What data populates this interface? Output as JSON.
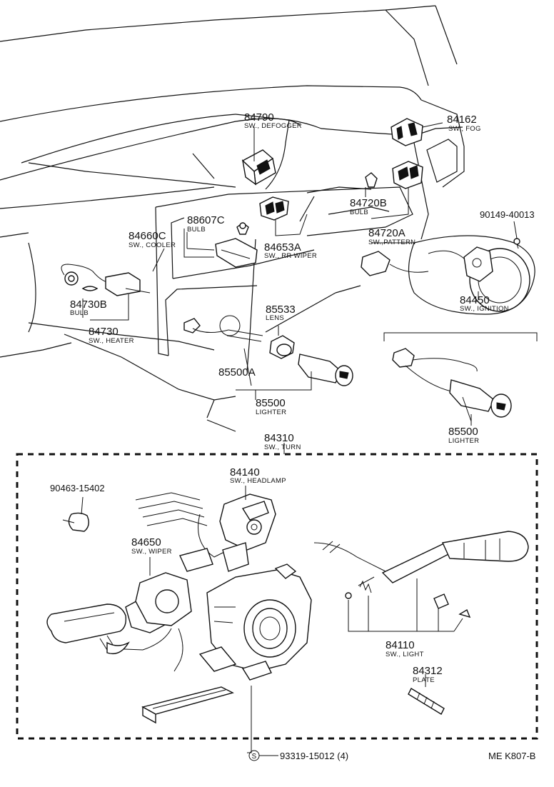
{
  "parts": {
    "p84790": {
      "num": "84790",
      "desc": "SW., DEFOGGER"
    },
    "p84162": {
      "num": "84162",
      "desc": "SW., FOG"
    },
    "p84720B": {
      "num": "84720B",
      "desc": "BULB"
    },
    "p88607C": {
      "num": "88607C",
      "desc": "BULB"
    },
    "p84660C": {
      "num": "84660C",
      "desc": "SW., COOLER"
    },
    "p84653A": {
      "num": "84653A",
      "desc": "SW., RR WIPER"
    },
    "p84720A": {
      "num": "84720A",
      "desc": "SW.,PATTERN"
    },
    "p90149": {
      "num": "90149-40013"
    },
    "p84450": {
      "num": "84450",
      "desc": "SW., IGNITION"
    },
    "p84730B": {
      "num": "84730B",
      "desc": "BULB"
    },
    "p84730": {
      "num": "84730",
      "desc": "SW., HEATER"
    },
    "p85533": {
      "num": "85533",
      "desc": "LENS"
    },
    "p85500A": {
      "num": "85500A"
    },
    "p85500": {
      "num": "85500",
      "desc": "LIGHTER"
    },
    "p85500b": {
      "num": "85500",
      "desc": "LIGHTER"
    },
    "p84310": {
      "num": "84310",
      "desc": "SW., TURN"
    },
    "p84140": {
      "num": "84140",
      "desc": "SW., HEADLAMP"
    },
    "p90463": {
      "num": "90463-15402"
    },
    "p84650": {
      "num": "84650",
      "desc": "SW., WIPER"
    },
    "p84110": {
      "num": "84110",
      "desc": "SW., LIGHT"
    },
    "p84312": {
      "num": "84312",
      "desc": "PLATE"
    },
    "p93319": {
      "symbol": "S",
      "num": "93319-15012 (4)"
    }
  },
  "footer": {
    "code": "ME K807-B"
  }
}
